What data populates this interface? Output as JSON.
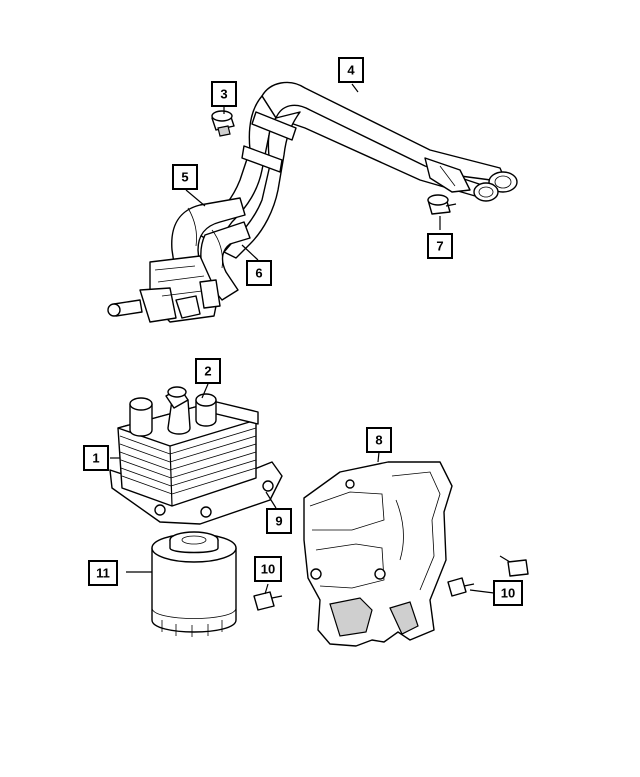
{
  "callouts": [
    {
      "id": "c1",
      "label": "1"
    },
    {
      "id": "c2",
      "label": "2"
    },
    {
      "id": "c3",
      "label": "3"
    },
    {
      "id": "c4",
      "label": "4"
    },
    {
      "id": "c5",
      "label": "5"
    },
    {
      "id": "c6",
      "label": "6"
    },
    {
      "id": "c7",
      "label": "7"
    },
    {
      "id": "c8",
      "label": "8"
    },
    {
      "id": "c9",
      "label": "9"
    },
    {
      "id": "c10a",
      "label": "10"
    },
    {
      "id": "c10b",
      "label": "10"
    },
    {
      "id": "c11",
      "label": "11"
    }
  ]
}
